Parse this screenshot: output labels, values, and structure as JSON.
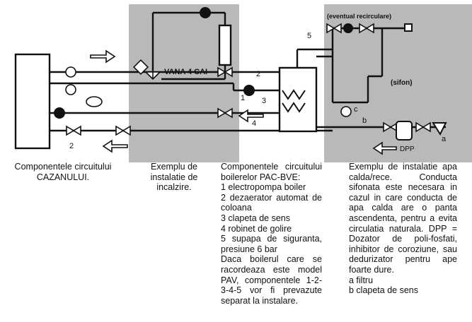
{
  "diagram": {
    "labels": {
      "vana": "VANA 4 CAI",
      "recirc": "(eventual recirculare)",
      "sifon": "(sifon)",
      "dpp": "DPP",
      "n1": "1",
      "n2": "2",
      "n3": "3",
      "n4": "4",
      "n5": "5",
      "n2b": "2",
      "b": "b",
      "c": "c",
      "a": "a"
    }
  },
  "columns": {
    "col1": [
      "Componentele circuitului",
      "CAZANULUI."
    ],
    "col2": [
      "Exemplu de",
      "instalatie de",
      "incalzire."
    ],
    "col3": [
      "Componentele circuitului boilerelor PAC-BVE:",
      "1 electropompa boiler",
      "2 dezaerator automat de coloana",
      "3 clapeta de sens",
      "4 robinet de golire",
      "5 supapa de siguranta, presiune 6 bar",
      "Daca boilerul care se racordeaza este model PAV, componentele 1-2-3-4-5 vor fi prevazute separat la instalare."
    ],
    "col4": [
      "Exemplu de instalatie apa calda/rece. Conducta sifonata este necesara in cazul in care conducta de apa calda are o panta ascendenta, pentru a evita circulatia naturala. DPP = Dozator de poli-fosfati, inhibitor de coroziune, sau dedurizator pentru ape foarte dure.",
      "a filtru",
      "b clapeta de sens"
    ]
  },
  "colors": {
    "shade": "#b9b9b9",
    "line": "#111111"
  }
}
